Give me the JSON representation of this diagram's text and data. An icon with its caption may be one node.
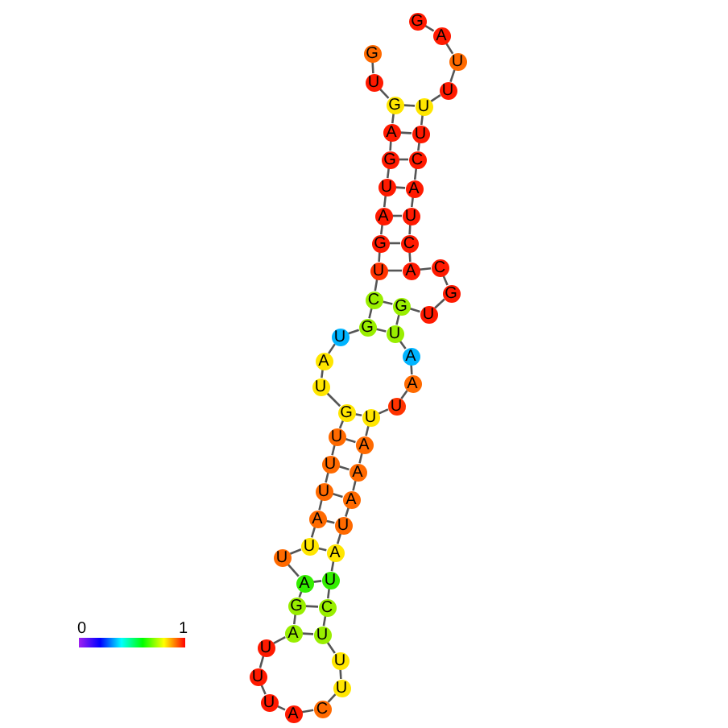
{
  "diagram": {
    "nodes": [
      {
        "text": [
          "G"
        ]
      },
      {
        "text": [
          "U"
        ]
      },
      {
        "text": [
          "G"
        ]
      },
      {
        "text": [
          "A"
        ]
      },
      {
        "text": [
          "G"
        ]
      },
      {
        "text": [
          "U"
        ]
      },
      {
        "text": [
          "A"
        ]
      },
      {
        "text": [
          "G"
        ]
      },
      {
        "text": [
          "U"
        ]
      },
      {
        "text": [
          "C"
        ]
      },
      {
        "text": [
          "G"
        ]
      },
      {
        "text": [
          "U"
        ]
      },
      {
        "text": [
          "A"
        ]
      },
      {
        "text": [
          "U"
        ]
      },
      {
        "text": [
          "G"
        ]
      },
      {
        "text": [
          "U"
        ]
      },
      {
        "text": [
          "U"
        ]
      },
      {
        "text": [
          "U"
        ]
      },
      {
        "text": [
          "A"
        ]
      },
      {
        "text": [
          "U"
        ]
      },
      {
        "text": [
          "U"
        ]
      },
      {
        "text": [
          "A"
        ]
      },
      {
        "text": [
          "G"
        ]
      },
      {
        "text": [
          "A"
        ]
      },
      {
        "text": [
          "U"
        ]
      },
      {
        "text": [
          "U"
        ]
      },
      {
        "text": [
          "U"
        ]
      },
      {
        "text": [
          "A"
        ]
      },
      {
        "text": [
          "C"
        ]
      },
      {
        "text": [
          "U"
        ]
      },
      {
        "text": [
          "U"
        ]
      },
      {
        "text": [
          "U"
        ]
      },
      {
        "text": [
          "C"
        ]
      },
      {
        "text": [
          "U"
        ]
      },
      {
        "text": [
          "A"
        ]
      },
      {
        "text": [
          "U"
        ]
      },
      {
        "text": [
          "A"
        ]
      },
      {
        "text": [
          "A"
        ]
      },
      {
        "text": [
          "A"
        ]
      },
      {
        "text": [
          "U"
        ]
      },
      {
        "text": [
          "U"
        ]
      },
      {
        "text": [
          "A"
        ]
      },
      {
        "text": [
          "A"
        ]
      },
      {
        "text": [
          "U"
        ]
      },
      {
        "text": [
          "G"
        ]
      },
      {
        "text": [
          "U"
        ]
      },
      {
        "text": [
          "G"
        ]
      },
      {
        "text": [
          "C"
        ]
      },
      {
        "text": [
          "A"
        ]
      },
      {
        "text": [
          "C"
        ]
      },
      {
        "text": [
          "U"
        ]
      },
      {
        "text": [
          "A"
        ]
      },
      {
        "text": [
          "C"
        ]
      },
      {
        "text": [
          "U"
        ]
      },
      {
        "text": [
          "U"
        ]
      },
      {
        "text": [
          "U"
        ]
      },
      {
        "text": [
          "U"
        ]
      },
      {
        "text": [
          "A"
        ]
      },
      {
        "text": [
          "G"
        ]
      }
    ],
    "edges": [
      {
        "from": 0,
        "to": 1,
        "arrow": "none"
      },
      {
        "from": 1,
        "to": 2,
        "arrow": "none"
      },
      {
        "from": 2,
        "to": 3,
        "arrow": "none"
      },
      {
        "from": 3,
        "to": 4,
        "arrow": "none"
      },
      {
        "from": 4,
        "to": 5,
        "arrow": "none"
      },
      {
        "from": 5,
        "to": 6,
        "arrow": "none"
      },
      {
        "from": 6,
        "to": 7,
        "arrow": "none"
      },
      {
        "from": 7,
        "to": 8,
        "arrow": "none"
      },
      {
        "from": 8,
        "to": 9,
        "arrow": "none"
      },
      {
        "from": 9,
        "to": 10,
        "arrow": "none"
      },
      {
        "from": 10,
        "to": 11,
        "arrow": "none"
      },
      {
        "from": 11,
        "to": 12,
        "arrow": "none"
      },
      {
        "from": 12,
        "to": 13,
        "arrow": "none"
      },
      {
        "from": 13,
        "to": 14,
        "arrow": "none"
      },
      {
        "from": 14,
        "to": 15,
        "arrow": "none"
      },
      {
        "from": 15,
        "to": 16,
        "arrow": "none"
      },
      {
        "from": 16,
        "to": 17,
        "arrow": "none"
      },
      {
        "from": 17,
        "to": 18,
        "arrow": "none"
      },
      {
        "from": 18,
        "to": 19,
        "arrow": "none"
      },
      {
        "from": 19,
        "to": 20,
        "arrow": "none"
      },
      {
        "from": 20,
        "to": 21,
        "arrow": "none"
      },
      {
        "from": 21,
        "to": 22,
        "arrow": "none"
      },
      {
        "from": 22,
        "to": 23,
        "arrow": "none"
      },
      {
        "from": 23,
        "to": 24,
        "arrow": "none"
      },
      {
        "from": 24,
        "to": 25,
        "arrow": "none"
      },
      {
        "from": 25,
        "to": 26,
        "arrow": "none"
      },
      {
        "from": 26,
        "to": 27,
        "arrow": "none"
      },
      {
        "from": 27,
        "to": 28,
        "arrow": "none"
      },
      {
        "from": 28,
        "to": 29,
        "arrow": "none"
      },
      {
        "from": 29,
        "to": 30,
        "arrow": "none"
      },
      {
        "from": 30,
        "to": 31,
        "arrow": "none"
      },
      {
        "from": 31,
        "to": 32,
        "arrow": "none"
      },
      {
        "from": 32,
        "to": 33,
        "arrow": "none"
      },
      {
        "from": 33,
        "to": 34,
        "arrow": "none"
      },
      {
        "from": 34,
        "to": 35,
        "arrow": "none"
      },
      {
        "from": 35,
        "to": 36,
        "arrow": "none"
      },
      {
        "from": 36,
        "to": 37,
        "arrow": "none"
      },
      {
        "from": 37,
        "to": 38,
        "arrow": "none"
      },
      {
        "from": 38,
        "to": 39,
        "arrow": "none"
      },
      {
        "from": 39,
        "to": 40,
        "arrow": "none"
      },
      {
        "from": 40,
        "to": 41,
        "arrow": "none"
      },
      {
        "from": 41,
        "to": 42,
        "arrow": "none"
      },
      {
        "from": 42,
        "to": 43,
        "arrow": "none"
      },
      {
        "from": 43,
        "to": 44,
        "arrow": "none"
      },
      {
        "from": 44,
        "to": 45,
        "arrow": "none"
      },
      {
        "from": 45,
        "to": 46,
        "arrow": "none"
      },
      {
        "from": 46,
        "to": 47,
        "arrow": "none"
      },
      {
        "from": 47,
        "to": 48,
        "arrow": "none"
      },
      {
        "from": 48,
        "to": 49,
        "arrow": "none"
      },
      {
        "from": 49,
        "to": 50,
        "arrow": "none"
      },
      {
        "from": 50,
        "to": 51,
        "arrow": "none"
      },
      {
        "from": 51,
        "to": 52,
        "arrow": "none"
      },
      {
        "from": 52,
        "to": 53,
        "arrow": "none"
      },
      {
        "from": 53,
        "to": 54,
        "arrow": "none"
      },
      {
        "from": 54,
        "to": 55,
        "arrow": "none"
      },
      {
        "from": 55,
        "to": 56,
        "arrow": "none"
      },
      {
        "from": 56,
        "to": 57,
        "arrow": "none"
      },
      {
        "from": 57,
        "to": 58,
        "arrow": "none"
      },
      {
        "from": 2,
        "to": 54,
        "arrow": "none"
      },
      {
        "from": 3,
        "to": 53,
        "arrow": "none"
      },
      {
        "from": 4,
        "to": 52,
        "arrow": "none"
      },
      {
        "from": 5,
        "to": 51,
        "arrow": "none"
      },
      {
        "from": 6,
        "to": 50,
        "arrow": "none"
      },
      {
        "from": 7,
        "to": 49,
        "arrow": "none"
      },
      {
        "from": 8,
        "to": 48,
        "arrow": "none"
      },
      {
        "from": 9,
        "to": 44,
        "arrow": "none"
      },
      {
        "from": 10,
        "to": 43,
        "arrow": "none"
      },
      {
        "from": 14,
        "to": 39,
        "arrow": "none"
      },
      {
        "from": 15,
        "to": 38,
        "arrow": "none"
      },
      {
        "from": 16,
        "to": 37,
        "arrow": "none"
      },
      {
        "from": 17,
        "to": 36,
        "arrow": "none"
      },
      {
        "from": 18,
        "to": 35,
        "arrow": "none"
      },
      {
        "from": 19,
        "to": 34,
        "arrow": "none"
      },
      {
        "from": 21,
        "to": 33,
        "arrow": "none"
      },
      {
        "from": 22,
        "to": 32,
        "arrow": "none"
      },
      {
        "from": 23,
        "to": 31,
        "arrow": "none"
      }
    ],
    "labels": [
      "0",
      "1"
    ]
  }
}
